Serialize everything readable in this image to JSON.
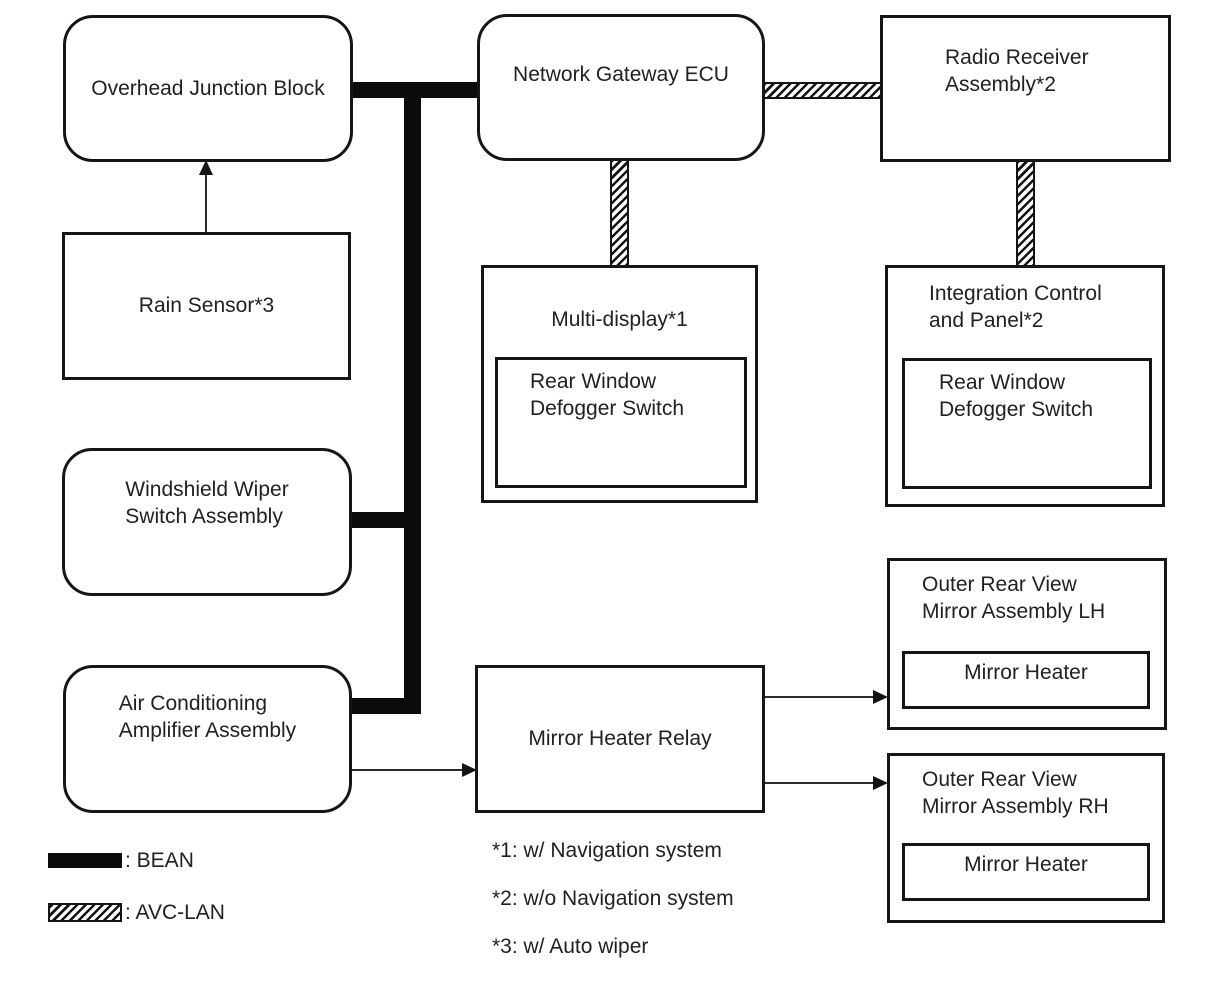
{
  "nodes": {
    "overhead_junction_block": {
      "label": "Overhead Junction Block",
      "shape": "rounded"
    },
    "network_gateway_ecu": {
      "label": "Network Gateway ECU",
      "shape": "rounded"
    },
    "radio_receiver_assembly": {
      "label": "Radio Receiver\nAssembly*2",
      "shape": "rect"
    },
    "rain_sensor": {
      "label": "Rain Sensor*3",
      "shape": "rect"
    },
    "multi_display": {
      "label": "Multi-display*1",
      "child_label": "Rear Window\nDefogger Switch",
      "shape": "rect"
    },
    "integration_control_panel": {
      "label": "Integration Control\nand Panel*2",
      "child_label": "Rear Window\nDefogger Switch",
      "shape": "rect"
    },
    "windshield_wiper_switch": {
      "label": "Windshield Wiper\nSwitch Assembly",
      "shape": "rounded"
    },
    "air_conditioning_amplifier": {
      "label": "Air Conditioning\nAmplifier Assembly",
      "shape": "rounded"
    },
    "mirror_heater_relay": {
      "label": "Mirror Heater Relay",
      "shape": "rect"
    },
    "outer_mirror_lh": {
      "label": "Outer Rear View\nMirror Assembly LH",
      "child_label": "Mirror Heater",
      "shape": "rect"
    },
    "outer_mirror_rh": {
      "label": "Outer Rear View\nMirror Assembly RH",
      "child_label": "Mirror Heater",
      "shape": "rect"
    }
  },
  "connections": [
    {
      "from": "overhead_junction_block",
      "to": "network_gateway_ecu",
      "type": "BEAN"
    },
    {
      "from": "bean_trunk",
      "to": "windshield_wiper_switch",
      "type": "BEAN"
    },
    {
      "from": "bean_trunk",
      "to": "air_conditioning_amplifier",
      "type": "BEAN"
    },
    {
      "from": "network_gateway_ecu",
      "to": "radio_receiver_assembly",
      "type": "AVC-LAN"
    },
    {
      "from": "network_gateway_ecu",
      "to": "multi_display",
      "type": "AVC-LAN"
    },
    {
      "from": "radio_receiver_assembly",
      "to": "integration_control_panel",
      "type": "AVC-LAN"
    },
    {
      "from": "rain_sensor",
      "to": "overhead_junction_block",
      "type": "arrow"
    },
    {
      "from": "air_conditioning_amplifier",
      "to": "mirror_heater_relay",
      "type": "arrow"
    },
    {
      "from": "mirror_heater_relay",
      "to": "outer_mirror_lh",
      "type": "arrow"
    },
    {
      "from": "mirror_heater_relay",
      "to": "outer_mirror_rh",
      "type": "arrow"
    }
  ],
  "legend": {
    "items": [
      {
        "swatch": "bean-solid-black",
        "label": ": BEAN"
      },
      {
        "swatch": "avc-lan-hatched",
        "label": ": AVC-LAN"
      }
    ]
  },
  "notes": [
    "*1: w/ Navigation system",
    "*2: w/o Navigation system",
    "*3: w/ Auto wiper"
  ],
  "colors": {
    "background": "#ffffff",
    "line": "#141414",
    "bean_bus": "#0b0b0b",
    "text": "#232020"
  }
}
